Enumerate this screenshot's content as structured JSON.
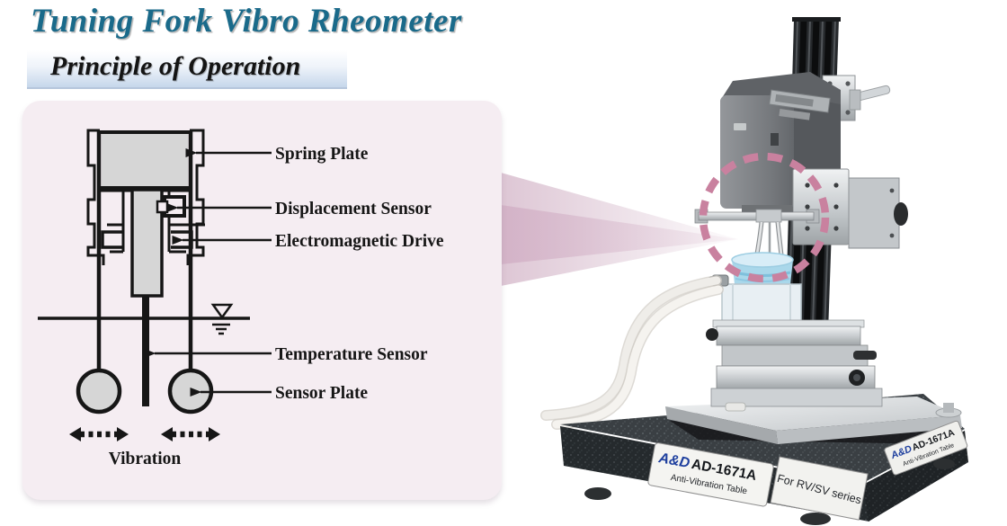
{
  "header": {
    "title": "Tuning Fork Vibro Rheometer",
    "subtitle": "Principle of Operation"
  },
  "diagram": {
    "labels": {
      "spring_plate": "Spring Plate",
      "displacement_sensor": "Displacement Sensor",
      "electromagnetic_drive": "Electromagnetic Drive",
      "temperature_sensor": "Temperature Sensor",
      "sensor_plate": "Sensor Plate",
      "vibration": "Vibration"
    }
  },
  "photo": {
    "base_label_left": {
      "brand": "A&D",
      "model": "AD-1671A",
      "caption": "Anti-Vibration Table"
    },
    "base_label_series": {
      "text": "For RV/SV series"
    },
    "base_label_right": {
      "brand": "A&D",
      "model": "AD-1671A",
      "caption": "Anti-Vibration Table"
    }
  },
  "colors": {
    "title_teal": "#1a6a8a",
    "panel_pink": "#f5edf2",
    "highlight_pink": "#c9819f",
    "logo_blue": "#1e3f9e",
    "subtitle_bar_blue": "#c6d7eb",
    "diagram_gray": "#d6d6d6"
  }
}
